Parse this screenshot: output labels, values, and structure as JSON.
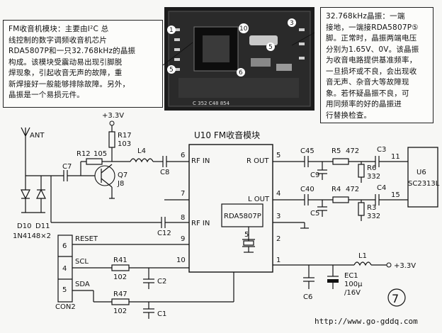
{
  "note_left": {
    "lines": [
      "FM收音机模块：主要由I²C 总",
      "线控制的数字调频收音机芯片",
      "RDA5807P和一只32.768kHz的晶振",
      "构成。该模块受震动易出现引脚脱",
      "焊现象，引起收音无声的故障，重",
      "新焊接好一般能够排除故障。另外，",
      "晶振是一个易损元件。"
    ]
  },
  "note_right": {
    "lines": [
      "32.768kHz晶振：一端",
      "接地，一端接RDA5807P⑤",
      "脚。正常时，晶振两端电压",
      "分别为1.65V、0V。该晶振",
      "为收音电路提供基准频率，",
      "一旦损坏或不良，会出现收",
      "音无声、杂音大等故障现",
      "象。若怀疑晶振不良，可",
      "用同频率的好的晶振进",
      "行替换检查。"
    ]
  },
  "photo": {
    "callouts": [
      "1",
      "5",
      "10",
      "6",
      "3",
      "5"
    ],
    "board_text": "C 352 C48 854"
  },
  "schematic": {
    "module_title": "U10 FM收音模块",
    "chip": "RDA5807P",
    "supply_top": "+3.3V",
    "supply_right": "+3.3V",
    "ant": "ANT",
    "pins": {
      "p6": "6",
      "p7": "7",
      "p8": "8",
      "p9": "9",
      "p10": "10",
      "p5": "5",
      "p4": "4",
      "p3": "3",
      "p2": "2",
      "p1": "1",
      "p5b": "5"
    },
    "module_ports": {
      "rf_in_1": "RF IN",
      "rf_in_2": "RF IN",
      "r_out": "R OUT",
      "l_out": "L OUT"
    },
    "components": {
      "r17": "R17",
      "r17v": "103",
      "r12": "R12",
      "r12v": "105",
      "q7": "Q7",
      "q7b": "J8",
      "l4": "L4",
      "c7": "C7",
      "c8": "C8",
      "c12": "C12",
      "d10": "D10",
      "d11": "D11",
      "dval": "1N4148×2",
      "c45": "C45",
      "c9": "C9",
      "r5": "R5",
      "r5v": "472",
      "r6": "R6",
      "r6v": "332",
      "c3": "C3",
      "c40": "C40",
      "c5": "C5",
      "r4": "R4",
      "r4v": "472",
      "r3": "R3",
      "r3v": "332",
      "c4": "C4",
      "u6": "U6",
      "u6v": "SC2313L",
      "u6p11": "11",
      "u6p15": "15",
      "r41": "R41",
      "r41v": "102",
      "c2": "C2",
      "r47": "R47",
      "r47v": "102",
      "c1": "C1",
      "c6": "C6",
      "l1": "L1",
      "ec1": "EC1",
      "ec1v1": "100μ",
      "ec1v2": "/16V"
    },
    "con2": {
      "name": "CON2",
      "pins": [
        "6",
        "4",
        "5"
      ],
      "signals": [
        "RESET",
        "SCL",
        "SDA"
      ]
    },
    "figure_no": "7"
  },
  "url": "http://www.go-gddq.com"
}
